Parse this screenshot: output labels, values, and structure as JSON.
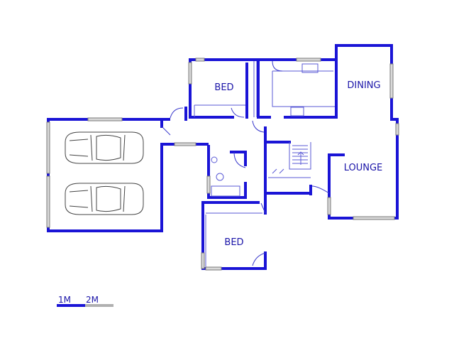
{
  "rooms": {
    "bed_upper": "BED",
    "dining": "DINING",
    "lounge": "LOUNGE",
    "bed_lower": "BED"
  },
  "scale": {
    "label_1": "1M",
    "label_2": "2M"
  },
  "colors": {
    "wall": "#1a14d6",
    "label": "#1a14a8",
    "scale_bar_dark": "#1a14d6",
    "scale_bar_light": "#b0b0b0"
  }
}
